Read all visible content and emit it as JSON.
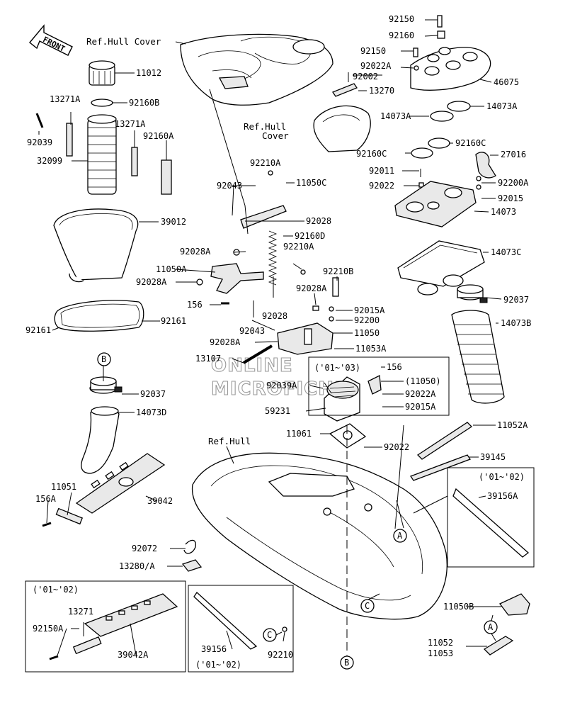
{
  "diagram": {
    "front_label": "FRONT",
    "refs": {
      "hull_cover_top": "Ref.Hull Cover",
      "hull_cover_mid_1": "Ref.Hull",
      "hull_cover_mid_2": "Cover",
      "hull": "Ref.Hull"
    },
    "watermark": [
      "ONLINE",
      "MICROFICHE"
    ],
    "circles": [
      "B",
      "A",
      "C",
      "C",
      "A",
      "B"
    ],
    "notes": {
      "note_0103": "('01~'03)",
      "note_0102_right": "('01~'02)",
      "note_0102_box1": "('01~'02)",
      "note_0102_box2": "('01~'02)"
    },
    "labels": [
      "92150",
      "92160",
      "92150",
      "92022A",
      "92002",
      "13270",
      "46075",
      "14073A",
      "14073A",
      "92160C",
      "92160C",
      "27016",
      "92011",
      "92022",
      "92200A",
      "92015",
      "14073",
      "14073C",
      "92037",
      "14073B",
      "11012",
      "92160B",
      "13271A",
      "13271A",
      "92160A",
      "92039",
      "32099",
      "39012",
      "92161",
      "92161",
      "92210A",
      "92043",
      "11050C",
      "92028",
      "92160D",
      "92028A",
      "92210A",
      "11050A",
      "92028A",
      "156",
      "92210B",
      "92028A",
      "92015A",
      "92200",
      "92028",
      "92043",
      "11050",
      "92028A",
      "13107",
      "11053A",
      "156",
      "(11050)",
      "92022A",
      "92015A",
      "92039A",
      "59231",
      "11061",
      "92022",
      "92037",
      "14073D",
      "11052A",
      "39145",
      "39156A",
      "11051",
      "156A",
      "39042",
      "92072",
      "13280/A",
      "13271",
      "92150A",
      "39042A",
      "39156",
      "92210",
      "11050B",
      "11052",
      "11053"
    ]
  }
}
